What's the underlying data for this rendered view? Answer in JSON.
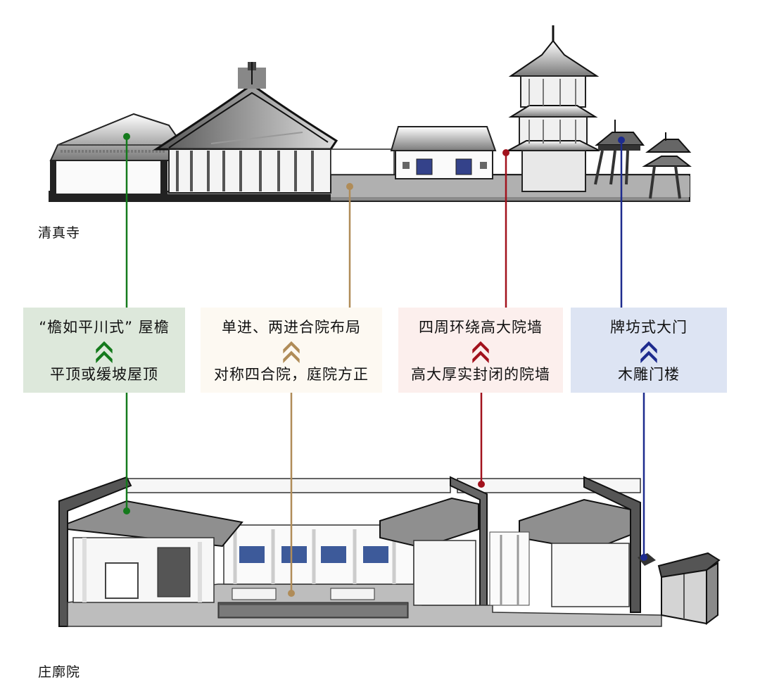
{
  "labels": {
    "top": "清真寺",
    "bottom": "庄廓院"
  },
  "pairs": [
    {
      "id": "roof",
      "top": "“檐如平川式” 屋檐",
      "bottom": "平顶或缓坡屋顶",
      "color": "#147a1c",
      "bg": "#dde8db",
      "icon": "double-chevron-up-icon"
    },
    {
      "id": "court",
      "top": "单进、两进合院布局",
      "bottom": "对称四合院，庭院方正",
      "color": "#b08c58",
      "bg": "#fdf9f2",
      "icon": "double-chevron-up-icon"
    },
    {
      "id": "wall",
      "top": "四周环绕高大院墙",
      "bottom": "高大厚实封闭的院墙",
      "color": "#a2121d",
      "bg": "#fcefed",
      "icon": "double-chevron-up-icon"
    },
    {
      "id": "gate",
      "top": "牌坊式大门",
      "bottom": "木雕门楼",
      "color": "#1d2b8e",
      "bg": "#dde4f3",
      "icon": "double-chevron-up-icon"
    }
  ]
}
